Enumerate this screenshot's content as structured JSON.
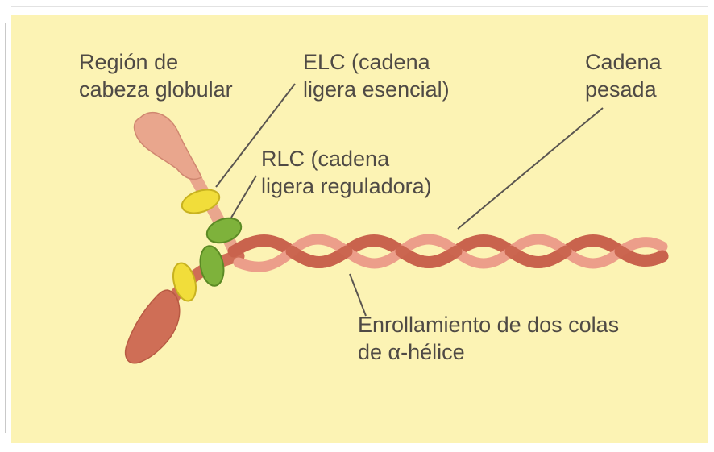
{
  "labels": {
    "head_region": {
      "line1": "Región de",
      "line2": "cabeza globular"
    },
    "elc": {
      "line1": "ELC (cadena",
      "line2": "ligera esencial)"
    },
    "rlc": {
      "line1": "RLC (cadena",
      "line2": "ligera reguladora)"
    },
    "heavy_chain": {
      "line1": "Cadena",
      "line2": "pesada"
    },
    "coiled_coil": {
      "line1": "Enrollamiento de dos colas",
      "line2": "de α-hélice"
    }
  },
  "colors": {
    "background": "#fcf3b4",
    "upper_head": "#e9a68d",
    "lower_head": "#cf6e56",
    "strand_light": "#ec9e8a",
    "strand_dark": "#c9634d",
    "elc_yellow": "#f1dd3a",
    "rlc_green": "#7eb23b",
    "text": "#4f4a45",
    "leader_line": "#5a5550"
  }
}
